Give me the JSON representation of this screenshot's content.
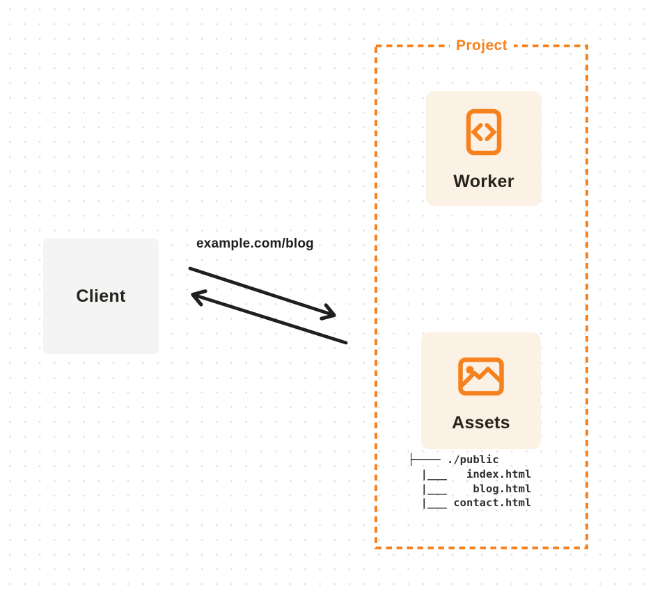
{
  "colors": {
    "orange": "#F6821F",
    "card_bg": "#FBF1E4",
    "client_bg": "#F4F4F5",
    "ink": "#1F1F1F",
    "grid_dot": "#E3E3E3"
  },
  "client": {
    "label": "Client"
  },
  "request": {
    "url": "example.com/blog"
  },
  "project": {
    "label": "Project",
    "worker": {
      "label": "Worker",
      "icon": "code-file-icon"
    },
    "assets": {
      "label": "Assets",
      "icon": "image-icon",
      "tree_text": "├──── ./public\n  |___   index.html\n  |___    blog.html\n  |___ contact.html"
    }
  }
}
